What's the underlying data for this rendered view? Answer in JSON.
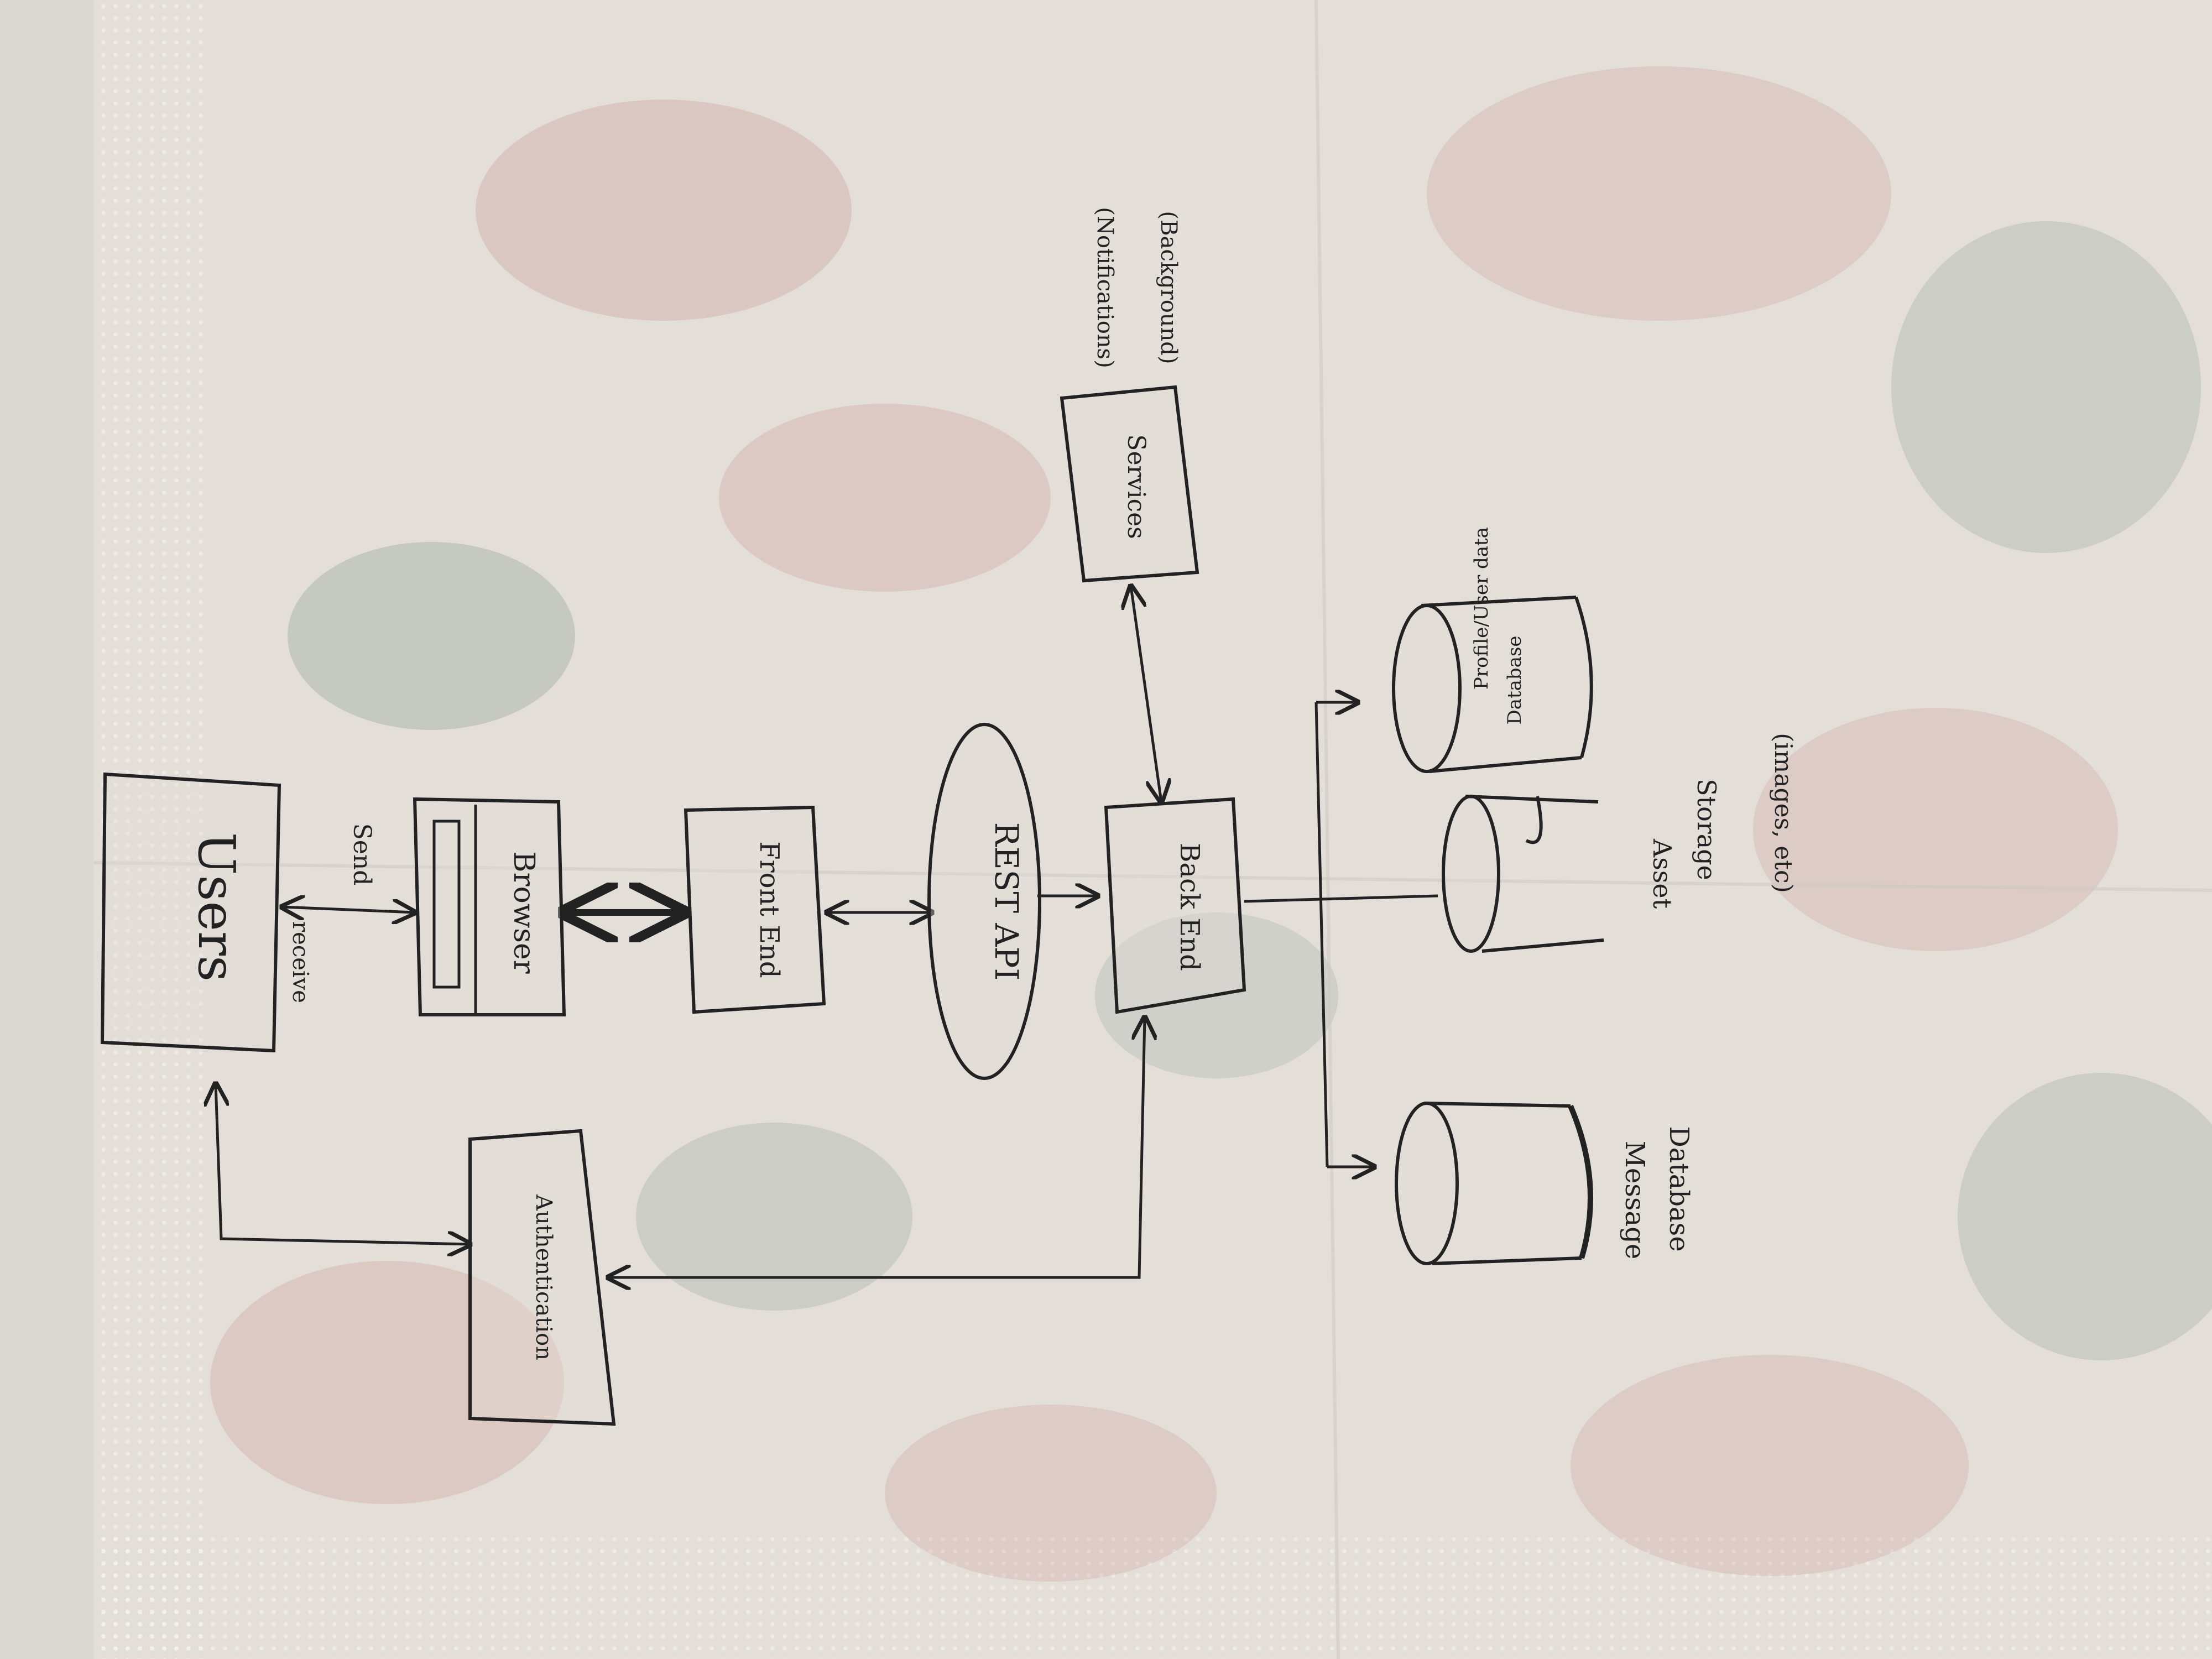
{
  "diagram": {
    "nodes": {
      "users": "Users",
      "browser": "Browser",
      "front_end": "Front End",
      "rest_api": "REST API",
      "back_end": "Back End",
      "services": "Services",
      "services_note_1": "(Notifications)",
      "services_note_2": "(Background)",
      "authentication": "Authentication",
      "profile_db_1": "Profile/User data",
      "profile_db_2": "Database",
      "asset_1": "Asset",
      "asset_2": "Storage",
      "asset_3": "(images, etc)",
      "message_db_1": "Message",
      "message_db_2": "Database"
    },
    "edges": {
      "send": "Send",
      "receive": "receive"
    }
  },
  "colors": {
    "ink": "#222222",
    "napkin": "#e3ded8",
    "floral_red": "#c98b8c",
    "floral_green": "#6f8a80"
  }
}
